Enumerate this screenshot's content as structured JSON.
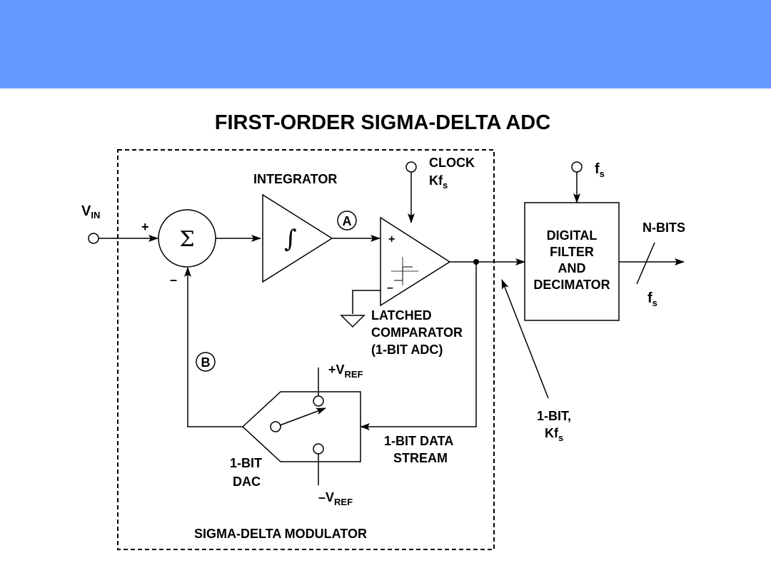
{
  "colors": {
    "header": "#6699ff",
    "ink": "#000000"
  },
  "title": "FIRST-ORDER SIGMA-DELTA ADC",
  "vin": {
    "main": "V",
    "sub": "IN"
  },
  "summer": {
    "symbol": "Σ",
    "plus": "+",
    "minus": "–"
  },
  "integrator": {
    "label": "INTEGRATOR",
    "symbol": "∫"
  },
  "nodes": {
    "a": "A",
    "b": "B"
  },
  "clock": {
    "line1": "CLOCK",
    "line2_main": "Kf",
    "line2_sub": "s"
  },
  "comparator": {
    "plus": "+",
    "minus": "–",
    "label": [
      "LATCHED",
      "COMPARATOR",
      "(1-BIT ADC)"
    ]
  },
  "dac": {
    "label": [
      "1-BIT",
      "DAC"
    ],
    "vref_pos": {
      "sign": "+V",
      "sub": "REF"
    },
    "vref_neg": {
      "sign": "–V",
      "sub": "REF"
    }
  },
  "stream": [
    "1-BIT DATA",
    "STREAM"
  ],
  "bit_rate": {
    "line1": "1-BIT,",
    "line2_main": "Kf",
    "line2_sub": "s"
  },
  "filter": {
    "label": [
      "DIGITAL",
      "FILTER",
      "AND",
      "DECIMATOR"
    ],
    "fs_in": {
      "main": "f",
      "sub": "s"
    },
    "fs_out": {
      "main": "f",
      "sub": "s"
    },
    "output": "N-BITS"
  },
  "modulator_label": "SIGMA-DELTA MODULATOR"
}
